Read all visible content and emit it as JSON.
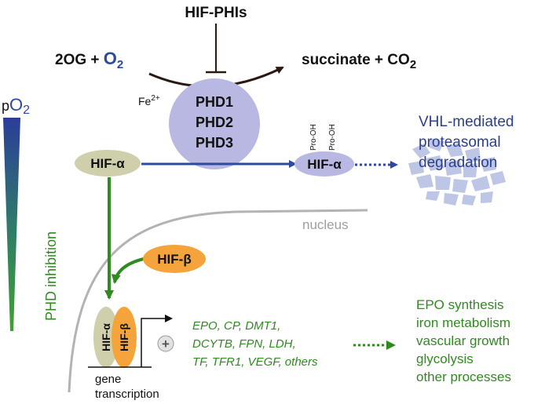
{
  "inhibitor": "HIF-PHIs",
  "reaction": {
    "substrate_prefix": "2OG + ",
    "oxygen": "O",
    "oxygen_sub": "2",
    "product_prefix": "succinate + CO",
    "product_sub": "2",
    "cofactor": "Fe",
    "cofactor_sup": "2+"
  },
  "enzymes": [
    "PHD1",
    "PHD2",
    "PHD3"
  ],
  "hif_alpha": "HIF-α",
  "hif_alpha_hydroxylated": "HIF-α",
  "pro_oh": "Pro-OH",
  "degradation": [
    "VHL-mediated",
    "proteasomal",
    "degradation"
  ],
  "nucleus_label": "nucleus",
  "hif_beta": "HIF-β",
  "dimer": {
    "alpha": "HIF-α",
    "beta": "HIF-β"
  },
  "plus": "+",
  "target_genes": [
    "EPO, CP, DMT1,",
    "DCYTB, FPN, LDH,",
    "TF, TFR1, VEGF, others"
  ],
  "gene_transcription": [
    "gene",
    "transcription"
  ],
  "outcomes": [
    "EPO synthesis",
    "iron metabolism",
    "vascular growth",
    "glycolysis",
    "other processes"
  ],
  "po2": {
    "prefix": "p",
    "main": "O",
    "sub": "2"
  },
  "phd_inhibition": "PHD inhibition",
  "colors": {
    "enzyme_fill": "#b8b8e2",
    "hif_alpha_fill": "#cfcfac",
    "hif_beta_fill": "#f4a43a",
    "blue_arrow": "#2e4a9e",
    "green": "#2f8a1f",
    "degradation_text": "#2a3f8f",
    "nucleus_line": "#b3b3b3",
    "dark_brown": "#2b1810"
  }
}
